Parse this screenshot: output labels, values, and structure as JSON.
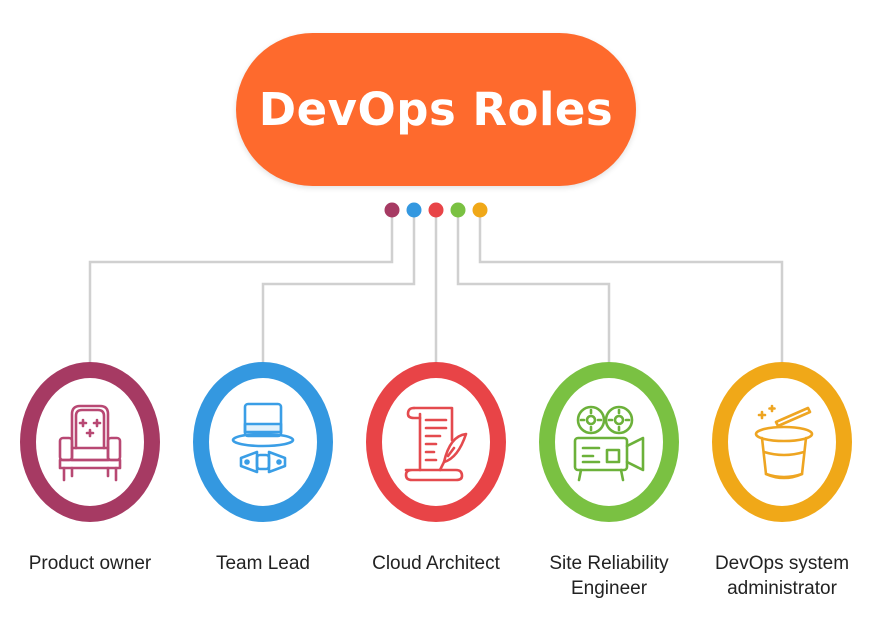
{
  "title": "DevOps Roles",
  "colors": {
    "title_bg": "#fe6a2d",
    "connector": "#d0d0d0",
    "text": "#222222"
  },
  "roles": [
    {
      "label": "Product owner",
      "icon": "armchair-icon",
      "color": "#a63a63"
    },
    {
      "label": "Team Lead",
      "icon": "top-hat-bowtie-icon",
      "color": "#3498e0"
    },
    {
      "label": "Cloud Architect",
      "icon": "scroll-quill-icon",
      "color": "#e84447"
    },
    {
      "label_lines": [
        "Site Reliability",
        "Engineer"
      ],
      "icon": "film-projector-icon",
      "color": "#7ac142"
    },
    {
      "label_lines": [
        "DevOps system",
        "administrator"
      ],
      "icon": "magic-hat-icon",
      "color": "#f0a818"
    }
  ]
}
